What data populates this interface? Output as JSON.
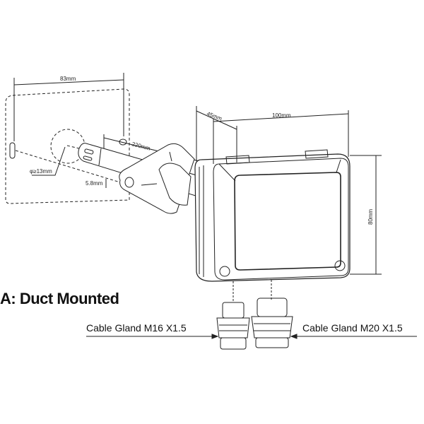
{
  "title": "A: Duct Mounted",
  "dimensions": {
    "mounting_width": "83mm",
    "probe_length": "220mm",
    "hole_diameter": "φ≥13mm",
    "screw_hole": "5.8mm",
    "depth": "45mm",
    "width": "100mm",
    "height": "80mm"
  },
  "labels": {
    "gland_left": "Cable Gland M16 X1.5",
    "gland_right": "Cable Gland M20 X1.5"
  }
}
